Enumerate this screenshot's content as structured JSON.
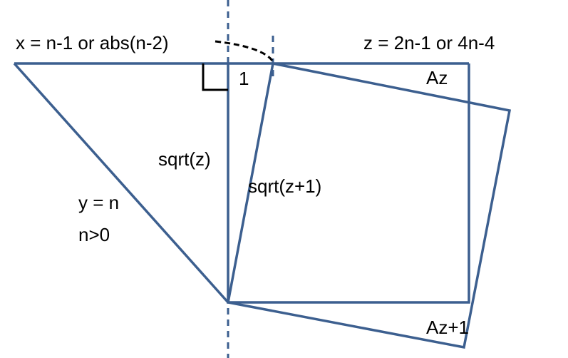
{
  "colors": {
    "edge": "#3c5f8f",
    "guide": "#3c5f8f",
    "arc": "#000000",
    "text": "#000000",
    "background": "#ffffff"
  },
  "labels": {
    "x_formula": "x = n-1 or abs(n-2)",
    "z_formula": "z = 2n-1 or 4n-4",
    "one": "1",
    "area_z": "Az",
    "sqrt_z": "sqrt(z)",
    "sqrt_z1": "sqrt(z+1)",
    "y_eq": "y = n",
    "n_cond": "n>0",
    "area_z1": "Az+1"
  }
}
